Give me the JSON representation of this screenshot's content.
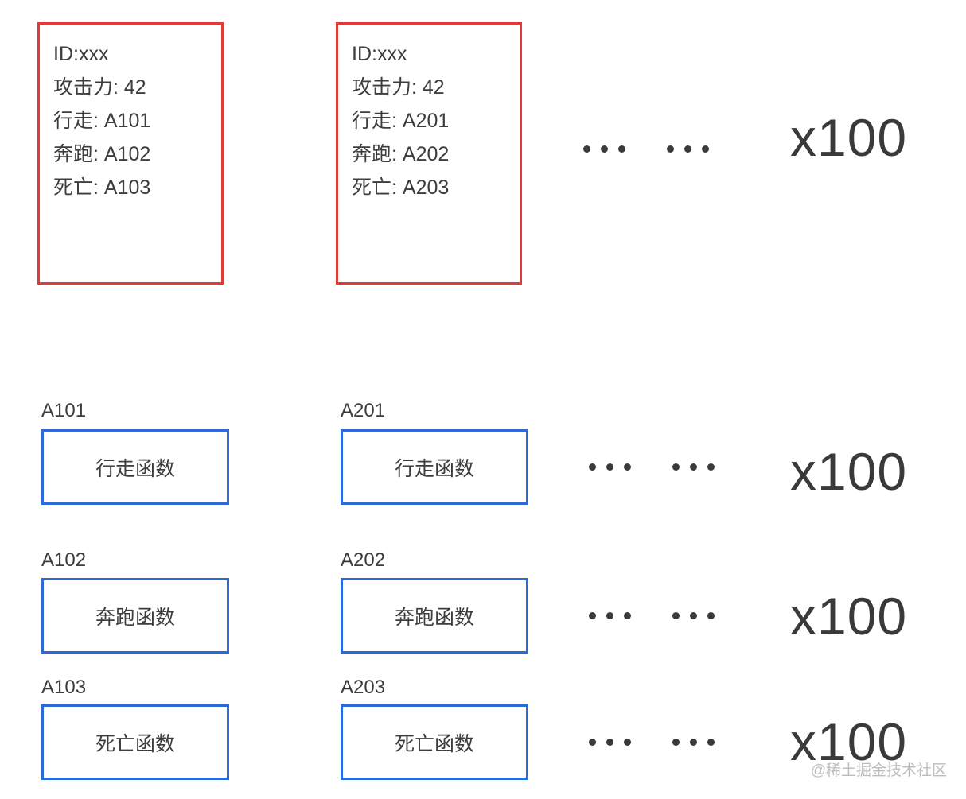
{
  "objects": [
    {
      "lines": [
        "ID:xxx",
        "攻击力: 42",
        "行走: A101",
        "奔跑: A102",
        "死亡: A103"
      ]
    },
    {
      "lines": [
        "ID:xxx",
        "攻击力: 42",
        "行走: A201",
        "奔跑: A202",
        "死亡: A203"
      ]
    }
  ],
  "multiplier": "x100",
  "function_rows": [
    {
      "instances": [
        {
          "address": "A101",
          "label": "行走函数"
        },
        {
          "address": "A201",
          "label": "行走函数"
        }
      ]
    },
    {
      "instances": [
        {
          "address": "A102",
          "label": "奔跑函数"
        },
        {
          "address": "A202",
          "label": "奔跑函数"
        }
      ]
    },
    {
      "instances": [
        {
          "address": "A103",
          "label": "死亡函数"
        },
        {
          "address": "A203",
          "label": "死亡函数"
        }
      ]
    }
  ],
  "watermark": "@稀土掘金技术社区",
  "colors": {
    "object_border": "#e03b35",
    "function_border": "#2c6ad8",
    "text": "#3d3d3d",
    "watermark": "#bcbcbc"
  }
}
